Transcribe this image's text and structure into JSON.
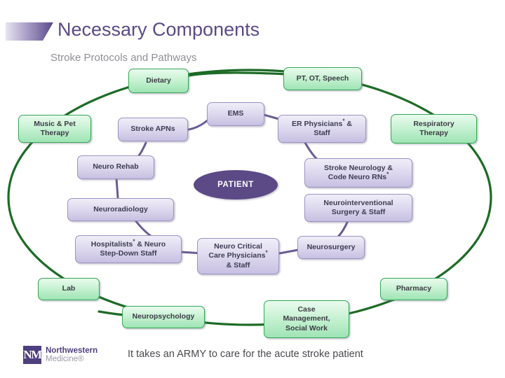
{
  "slide": {
    "title": "Necessary Components",
    "subtitle": "Stroke Protocols and Pathways",
    "accent_color": "#5b4a86",
    "ring_color": "#1d6b26",
    "green_node_fill": "#c9f2d4",
    "purple_node_fill": "#ddd8ee"
  },
  "center": {
    "label": "PATIENT"
  },
  "nodes": [
    {
      "id": "dietary",
      "label": "Dietary",
      "style": "green"
    },
    {
      "id": "pt-ot-speech",
      "label": "PT, OT, Speech",
      "style": "green"
    },
    {
      "id": "music-pet-therapy",
      "label": "Music & Pet Therapy",
      "style": "green"
    },
    {
      "id": "respiratory-therapy",
      "label": "Respiratory Therapy",
      "style": "green"
    },
    {
      "id": "lab",
      "label": "Lab",
      "style": "green"
    },
    {
      "id": "pharmacy",
      "label": "Pharmacy",
      "style": "green"
    },
    {
      "id": "neuropsychology",
      "label": "Neuropsychology",
      "style": "green"
    },
    {
      "id": "case-management",
      "label": "Case Management, Social Work",
      "style": "green"
    },
    {
      "id": "stroke-apns",
      "label": "Stroke APNs",
      "style": "purple"
    },
    {
      "id": "ems",
      "label": "EMS",
      "style": "purple"
    },
    {
      "id": "er-physicians",
      "label": "ER Physicians* & Staff",
      "style": "purple"
    },
    {
      "id": "stroke-neurology",
      "label": "Stroke Neurology & Code Neuro RNs*",
      "style": "purple"
    },
    {
      "id": "neuro-rehab",
      "label": "Neuro Rehab",
      "style": "purple"
    },
    {
      "id": "neurointerventional",
      "label": "Neurointerventional Surgery & Staff",
      "style": "purple"
    },
    {
      "id": "neuroradiology",
      "label": "Neuroradiology",
      "style": "purple"
    },
    {
      "id": "hospitalists",
      "label": "Hospitalists* & Neuro Step-Down Staff",
      "style": "purple"
    },
    {
      "id": "neuro-critical-care",
      "label": "Neuro Critical Care Physicians* & Staff",
      "style": "purple"
    },
    {
      "id": "neurosurgery",
      "label": "Neurosurgery",
      "style": "purple"
    }
  ],
  "node_labels": {
    "dietary": "Dietary",
    "pt_ot_speech": "PT, OT, Speech",
    "music_pet_therapy_line1": "Music & Pet",
    "music_pet_therapy_line2": "Therapy",
    "respiratory_therapy_line1": "Respiratory",
    "respiratory_therapy_line2": "Therapy",
    "lab": "Lab",
    "pharmacy": "Pharmacy",
    "neuropsychology": "Neuropsychology",
    "case_management_line1": "Case",
    "case_management_line2": "Management,",
    "case_management_line3": "Social Work",
    "stroke_apns": "Stroke APNs",
    "ems": "EMS",
    "er_physicians_line1_a": "ER Physicians",
    "er_physicians_line1_b": "*",
    "er_physicians_line1_c": " &",
    "er_physicians_line2": "Staff",
    "stroke_neurology_line1": "Stroke Neurology &",
    "stroke_neurology_line2_a": "Code Neuro RNs",
    "stroke_neurology_line2_b": "*",
    "neuro_rehab": "Neuro Rehab",
    "neurointerventional_line1": "Neurointerventional",
    "neurointerventional_line2": "Surgery & Staff",
    "neuroradiology": "Neuroradiology",
    "hospitalists_line1_a": "Hospitalists",
    "hospitalists_line1_b": "*",
    "hospitalists_line1_c": " & Neuro",
    "hospitalists_line2": "Step-Down Staff",
    "neuro_critical_care_line1": "Neuro Critical",
    "neuro_critical_care_line2_a": "Care Physicians",
    "neuro_critical_care_line2_b": "*",
    "neuro_critical_care_line3": "& Staff",
    "neurosurgery": "Neurosurgery"
  },
  "footer": {
    "logo_monogram": "NM",
    "logo_name": "Northwestern",
    "logo_sub": "Medicine®",
    "tagline": "It takes an ARMY to care for the acute stroke patient"
  }
}
